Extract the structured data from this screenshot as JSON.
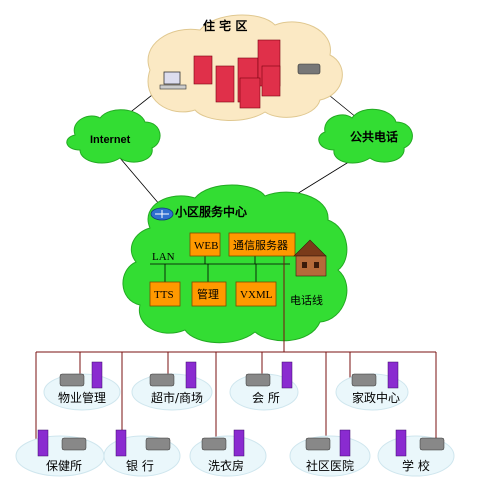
{
  "residential": {
    "label": "住 宅 区"
  },
  "internet": {
    "label": "Internet"
  },
  "phone_net": {
    "label": "公共电话"
  },
  "center": {
    "label": "小区服务中心",
    "lan_label": "LAN",
    "phone_line_label": "电话线",
    "boxes": {
      "web": "WEB",
      "comm": "通信服务器",
      "tts": "TTS",
      "mgmt": "管理",
      "vxml": "VXML"
    }
  },
  "nodes_top": [
    "物业管理",
    "超市/商场",
    "会  所",
    "家政中心"
  ],
  "nodes_bottom": [
    "保健所",
    "银  行",
    "洗衣房",
    "社区医院",
    "学  校"
  ],
  "colors": {
    "cloud_green": "#33dd33",
    "cloud_pale": "#eaf7fb",
    "box_orange": "#ff9900",
    "line_dark_red": "#7a1010"
  }
}
